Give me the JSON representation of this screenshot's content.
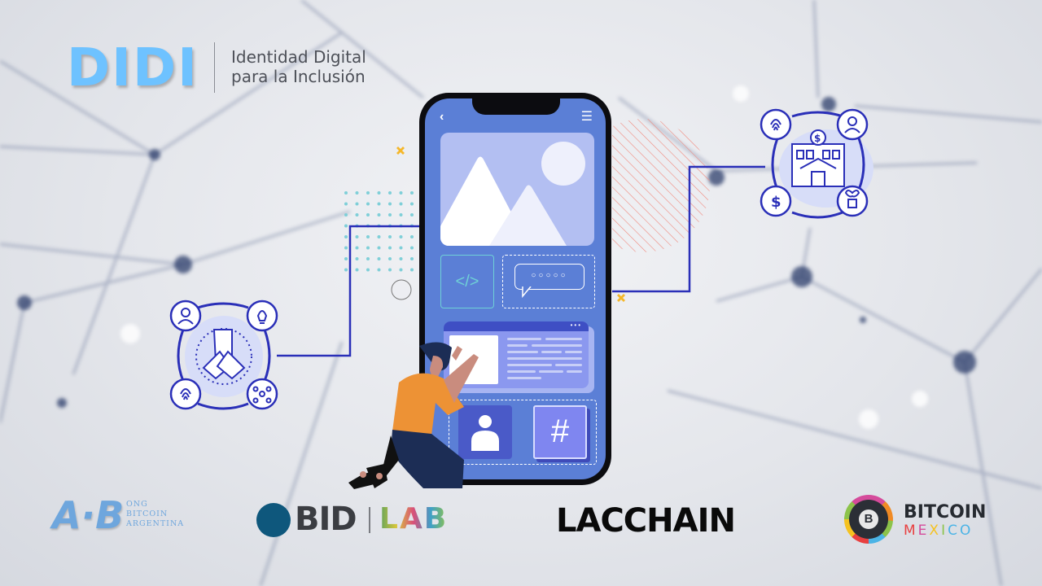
{
  "header": {
    "logo": "DIDI",
    "tagline_line1": "Identidad Digital",
    "tagline_line2": "para la Inclusión"
  },
  "phone": {
    "back_icon": "‹",
    "menu_icon": "☰",
    "code_icon": "</>",
    "chat_bubble_dots": "○○○○○",
    "window_dots": "•••",
    "hash_icon": "#"
  },
  "left_hub": {
    "center_icon": "hands-teamwork-icon",
    "satellites": [
      "user-icon",
      "lightbulb-icon",
      "fingerprint-icon",
      "network-icon"
    ]
  },
  "right_hub": {
    "center_icon": "bank-building-icon",
    "satellites": [
      "fingerprint-icon",
      "user-icon",
      "dollar-icon",
      "plant-coins-icon"
    ]
  },
  "partners": {
    "ab": {
      "mark": "A·B",
      "line1": "ONG",
      "line2": "BITCOIN",
      "line3": "ARGENTINA"
    },
    "bid": {
      "name": "BID",
      "lab": "LAB"
    },
    "lacchain": {
      "name": "LACCHAIN"
    },
    "bitcoin_mexico": {
      "symbol": "B",
      "line1": "BITCOIN",
      "line2": [
        "M",
        "E",
        "X",
        "I",
        "C",
        "O"
      ]
    }
  },
  "colors": {
    "didi_blue": "#6ec2ff",
    "phone_screen": "#5b7fd6",
    "accent_navy": "#2a2fb8",
    "shirt_orange": "#ed9235",
    "teal": "#6fd1d6",
    "mexico_letters": [
      "#e84040",
      "#d54b9b",
      "#f5c220",
      "#8cc34a",
      "#4bb4e6",
      "#4bb4e6"
    ]
  }
}
